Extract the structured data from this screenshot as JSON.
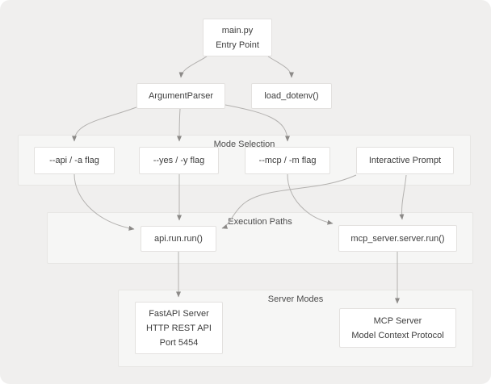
{
  "diagram": {
    "nodes": {
      "main": {
        "lines": [
          "main.py",
          "Entry Point"
        ]
      },
      "argument_parser": {
        "label": "ArgumentParser"
      },
      "load_dotenv": {
        "label": "load_dotenv()"
      },
      "api_flag": {
        "label": "--api / -a flag"
      },
      "yes_flag": {
        "label": "--yes / -y flag"
      },
      "mcp_flag": {
        "label": "--mcp / -m flag"
      },
      "interactive_prompt": {
        "label": "Interactive Prompt"
      },
      "api_run": {
        "label": "api.run.run()"
      },
      "mcp_server_run": {
        "label": "mcp_server.server.run()"
      },
      "fastapi_server": {
        "lines": [
          "FastAPI Server",
          "HTTP REST API",
          "Port 5454"
        ]
      },
      "mcp_server": {
        "lines": [
          "MCP Server",
          "Model Context Protocol"
        ]
      }
    },
    "groups": {
      "mode_selection": {
        "label": "Mode Selection"
      },
      "execution_paths": {
        "label": "Execution Paths"
      },
      "server_modes": {
        "label": "Server Modes"
      }
    },
    "edges": [
      {
        "from": "main.py",
        "to": "ArgumentParser"
      },
      {
        "from": "main.py",
        "to": "load_dotenv()"
      },
      {
        "from": "ArgumentParser",
        "to": "--api / -a flag"
      },
      {
        "from": "ArgumentParser",
        "to": "--yes / -y flag"
      },
      {
        "from": "ArgumentParser",
        "to": "--mcp / -m flag"
      },
      {
        "from": "--api / -a flag",
        "to": "api.run.run()"
      },
      {
        "from": "--yes / -y flag",
        "to": "api.run.run()"
      },
      {
        "from": "Interactive Prompt",
        "to": "api.run.run()"
      },
      {
        "from": "--mcp / -m flag",
        "to": "mcp_server.server.run()"
      },
      {
        "from": "Interactive Prompt",
        "to": "mcp_server.server.run()"
      },
      {
        "from": "api.run.run()",
        "to": "FastAPI Server"
      },
      {
        "from": "mcp_server.server.run()",
        "to": "MCP Server"
      }
    ],
    "colors": {
      "canvas_bg": "#f0efee",
      "group_bg": "#f6f6f5",
      "group_border": "#e7e6e4",
      "node_bg": "#ffffff",
      "node_border": "#e3e1df",
      "edge": "#b3b1af",
      "arrowhead": "#8c8a88",
      "node_text": "#3d3d3d",
      "group_label_text": "#4b4b4b"
    }
  }
}
